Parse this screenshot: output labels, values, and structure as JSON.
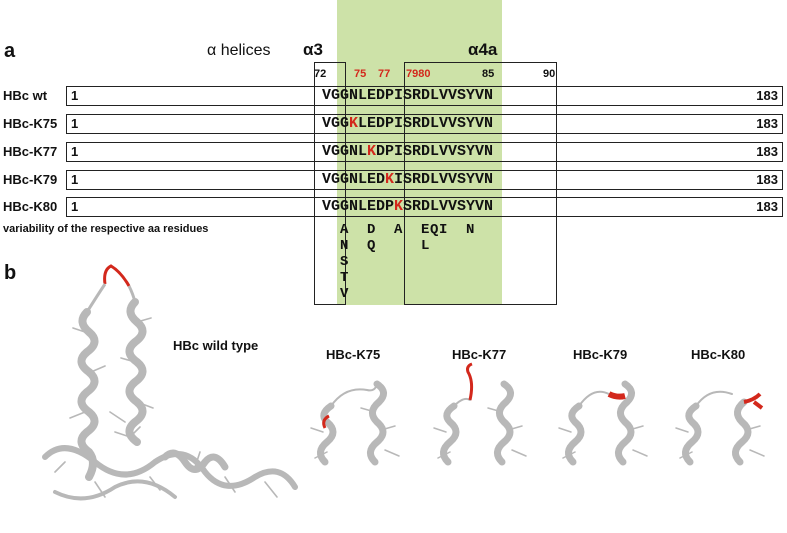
{
  "panel_a": {
    "letter": "a",
    "helices_title": "α helices",
    "helix_a3": "α3",
    "helix_a4a": "α4a",
    "position_labels": {
      "p72": "72",
      "p75": "75",
      "p77": "77",
      "p7980": "7980",
      "p85": "85",
      "p90": "90"
    },
    "rows": [
      {
        "label": "HBc wt",
        "start": "1",
        "end": "183",
        "seq_pre": "VGGNLEDPISRDLVVSYVN",
        "mut": "",
        "seq_post": ""
      },
      {
        "label": "HBc-K75",
        "start": "1",
        "end": "183",
        "seq_pre": "VGG",
        "mut": "K",
        "seq_post": "LEDPISRDLVVSYVN"
      },
      {
        "label": "HBc-K77",
        "start": "1",
        "end": "183",
        "seq_pre": "VGGNL",
        "mut": "K",
        "seq_post": "DPISRDLVVSYVN"
      },
      {
        "label": "HBc-K79",
        "start": "1",
        "end": "183",
        "seq_pre": "VGGNLED",
        "mut": "K",
        "seq_post": "ISRDLVVSYVN"
      },
      {
        "label": "HBc-K80",
        "start": "1",
        "end": "183",
        "seq_pre": "VGGNLEDP",
        "mut": "K",
        "seq_post": "SRDLVVSYVN"
      }
    ],
    "variability_label": "variability of the respective aa residues",
    "variability_columns": {
      "col74": [
        "A",
        "N",
        "S",
        "T",
        "V"
      ],
      "col77": [
        "D",
        "Q"
      ],
      "col80": [
        "A"
      ],
      "col83": [
        "E",
        "L"
      ],
      "col84": [
        "Q"
      ],
      "col85": [
        "I"
      ],
      "col88": [
        "N"
      ]
    }
  },
  "panel_b": {
    "letter": "b",
    "wild_type_label": "HBc wild type",
    "mutant_labels": [
      "HBc-K75",
      "HBc-K77",
      "HBc-K79",
      "HBc-K80"
    ]
  },
  "colors": {
    "highlight_band": "#cde2a8",
    "mutation_red": "#d3281c",
    "ribbon_grey": "#b8b8b8"
  }
}
